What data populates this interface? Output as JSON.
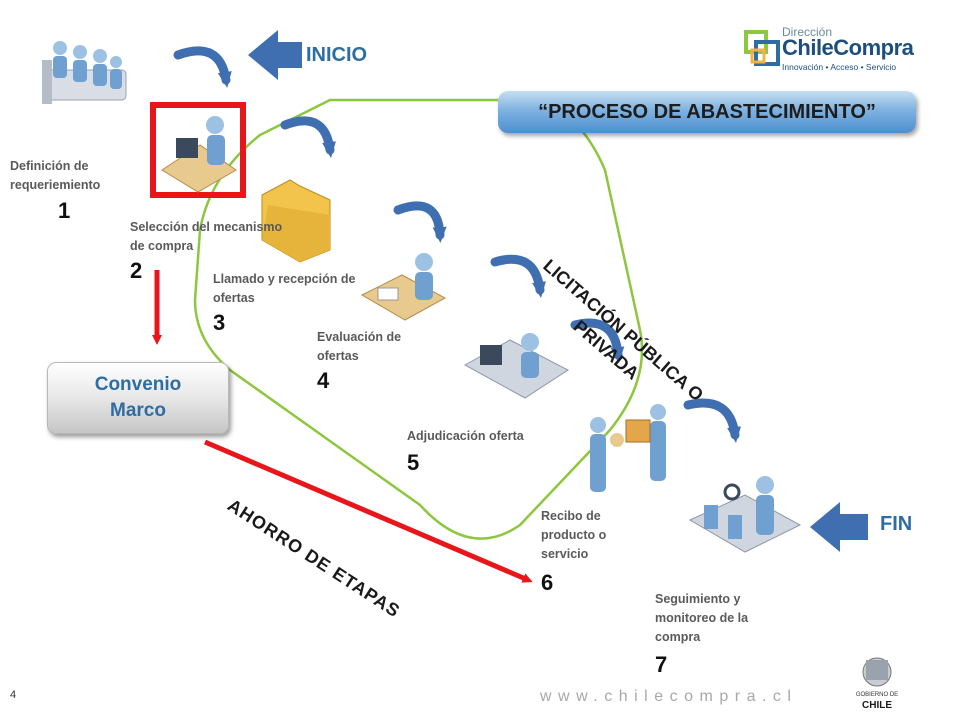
{
  "title": "“PROCESO DE ABASTECIMIENTO”",
  "start_label": "INICIO",
  "end_label": "FIN",
  "convenio": "Convenio Marco",
  "licitacion": "LICITACIÓN PÚBLICA O PRIVADA",
  "ahorro": "AHORRO DE ETAPAS",
  "steps": [
    {
      "label": "Definición de requeriemiento",
      "num": "1"
    },
    {
      "label": "Selección del mecanismo de compra",
      "num": "2"
    },
    {
      "label": "Llamado y recepción de ofertas",
      "num": "3"
    },
    {
      "label": "Evaluación de ofertas",
      "num": "4"
    },
    {
      "label": "Adjudicación oferta",
      "num": "5"
    },
    {
      "label": "Recibo de producto o servicio",
      "num": "6"
    },
    {
      "label": "Seguimiento y monitoreo de la compra",
      "num": "7"
    }
  ],
  "logo": {
    "line1": "Dirección",
    "line2": "ChileCompra",
    "line3": "Innovación • Acceso • Servicio"
  },
  "footer_url": "www.chilecompra.cl",
  "page_number": "4",
  "gov_logo": {
    "line1": "GOBIERNO DE",
    "line2": "CHILE"
  },
  "colors": {
    "accent_blue": "#2e6da4",
    "arrow_blue": "#3f6fb0",
    "highlight_red": "#e8161b",
    "group_green": "#8dc63f"
  },
  "icons": [
    "people-meeting-icon",
    "computer-worker-icon",
    "folder-icon",
    "desk-worker-icon",
    "workstation-icon",
    "delivery-icon",
    "monitoring-icon"
  ]
}
